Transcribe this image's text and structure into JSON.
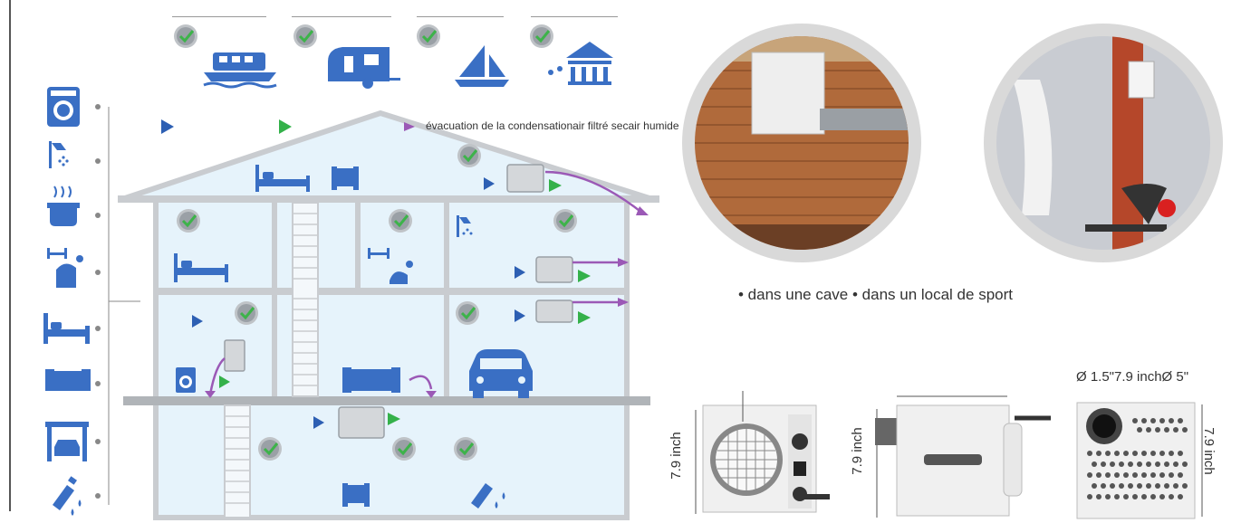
{
  "legend": {
    "text": "évacuation de la condensationair filtré secair humide"
  },
  "caption": {
    "text": "• dans une cave • dans un local de sport"
  },
  "dimensions": {
    "front_height": "7.9 inch",
    "side_height": "7.9 inch",
    "back_height": "7.9 inch",
    "back_top": "Ø 1.5\"7.9 inchØ 5\""
  },
  "icons": {
    "top_row": [
      "houseboat-icon",
      "caravan-icon",
      "sailboat-icon",
      "pavilion-icon"
    ],
    "left_column": [
      "washing-machine-icon",
      "shower-icon",
      "cooking-pot-icon",
      "gym-icon",
      "bed-icon",
      "sofa-icon",
      "garage-icon",
      "cleaning-spray-icon"
    ]
  },
  "colors": {
    "icon_blue": "#3a6fc4",
    "arrow_green": "#34b14a",
    "arrow_purple": "#9b59b6",
    "house_fill": "#e6f3fb",
    "wall_gray": "#c9ccd0"
  }
}
